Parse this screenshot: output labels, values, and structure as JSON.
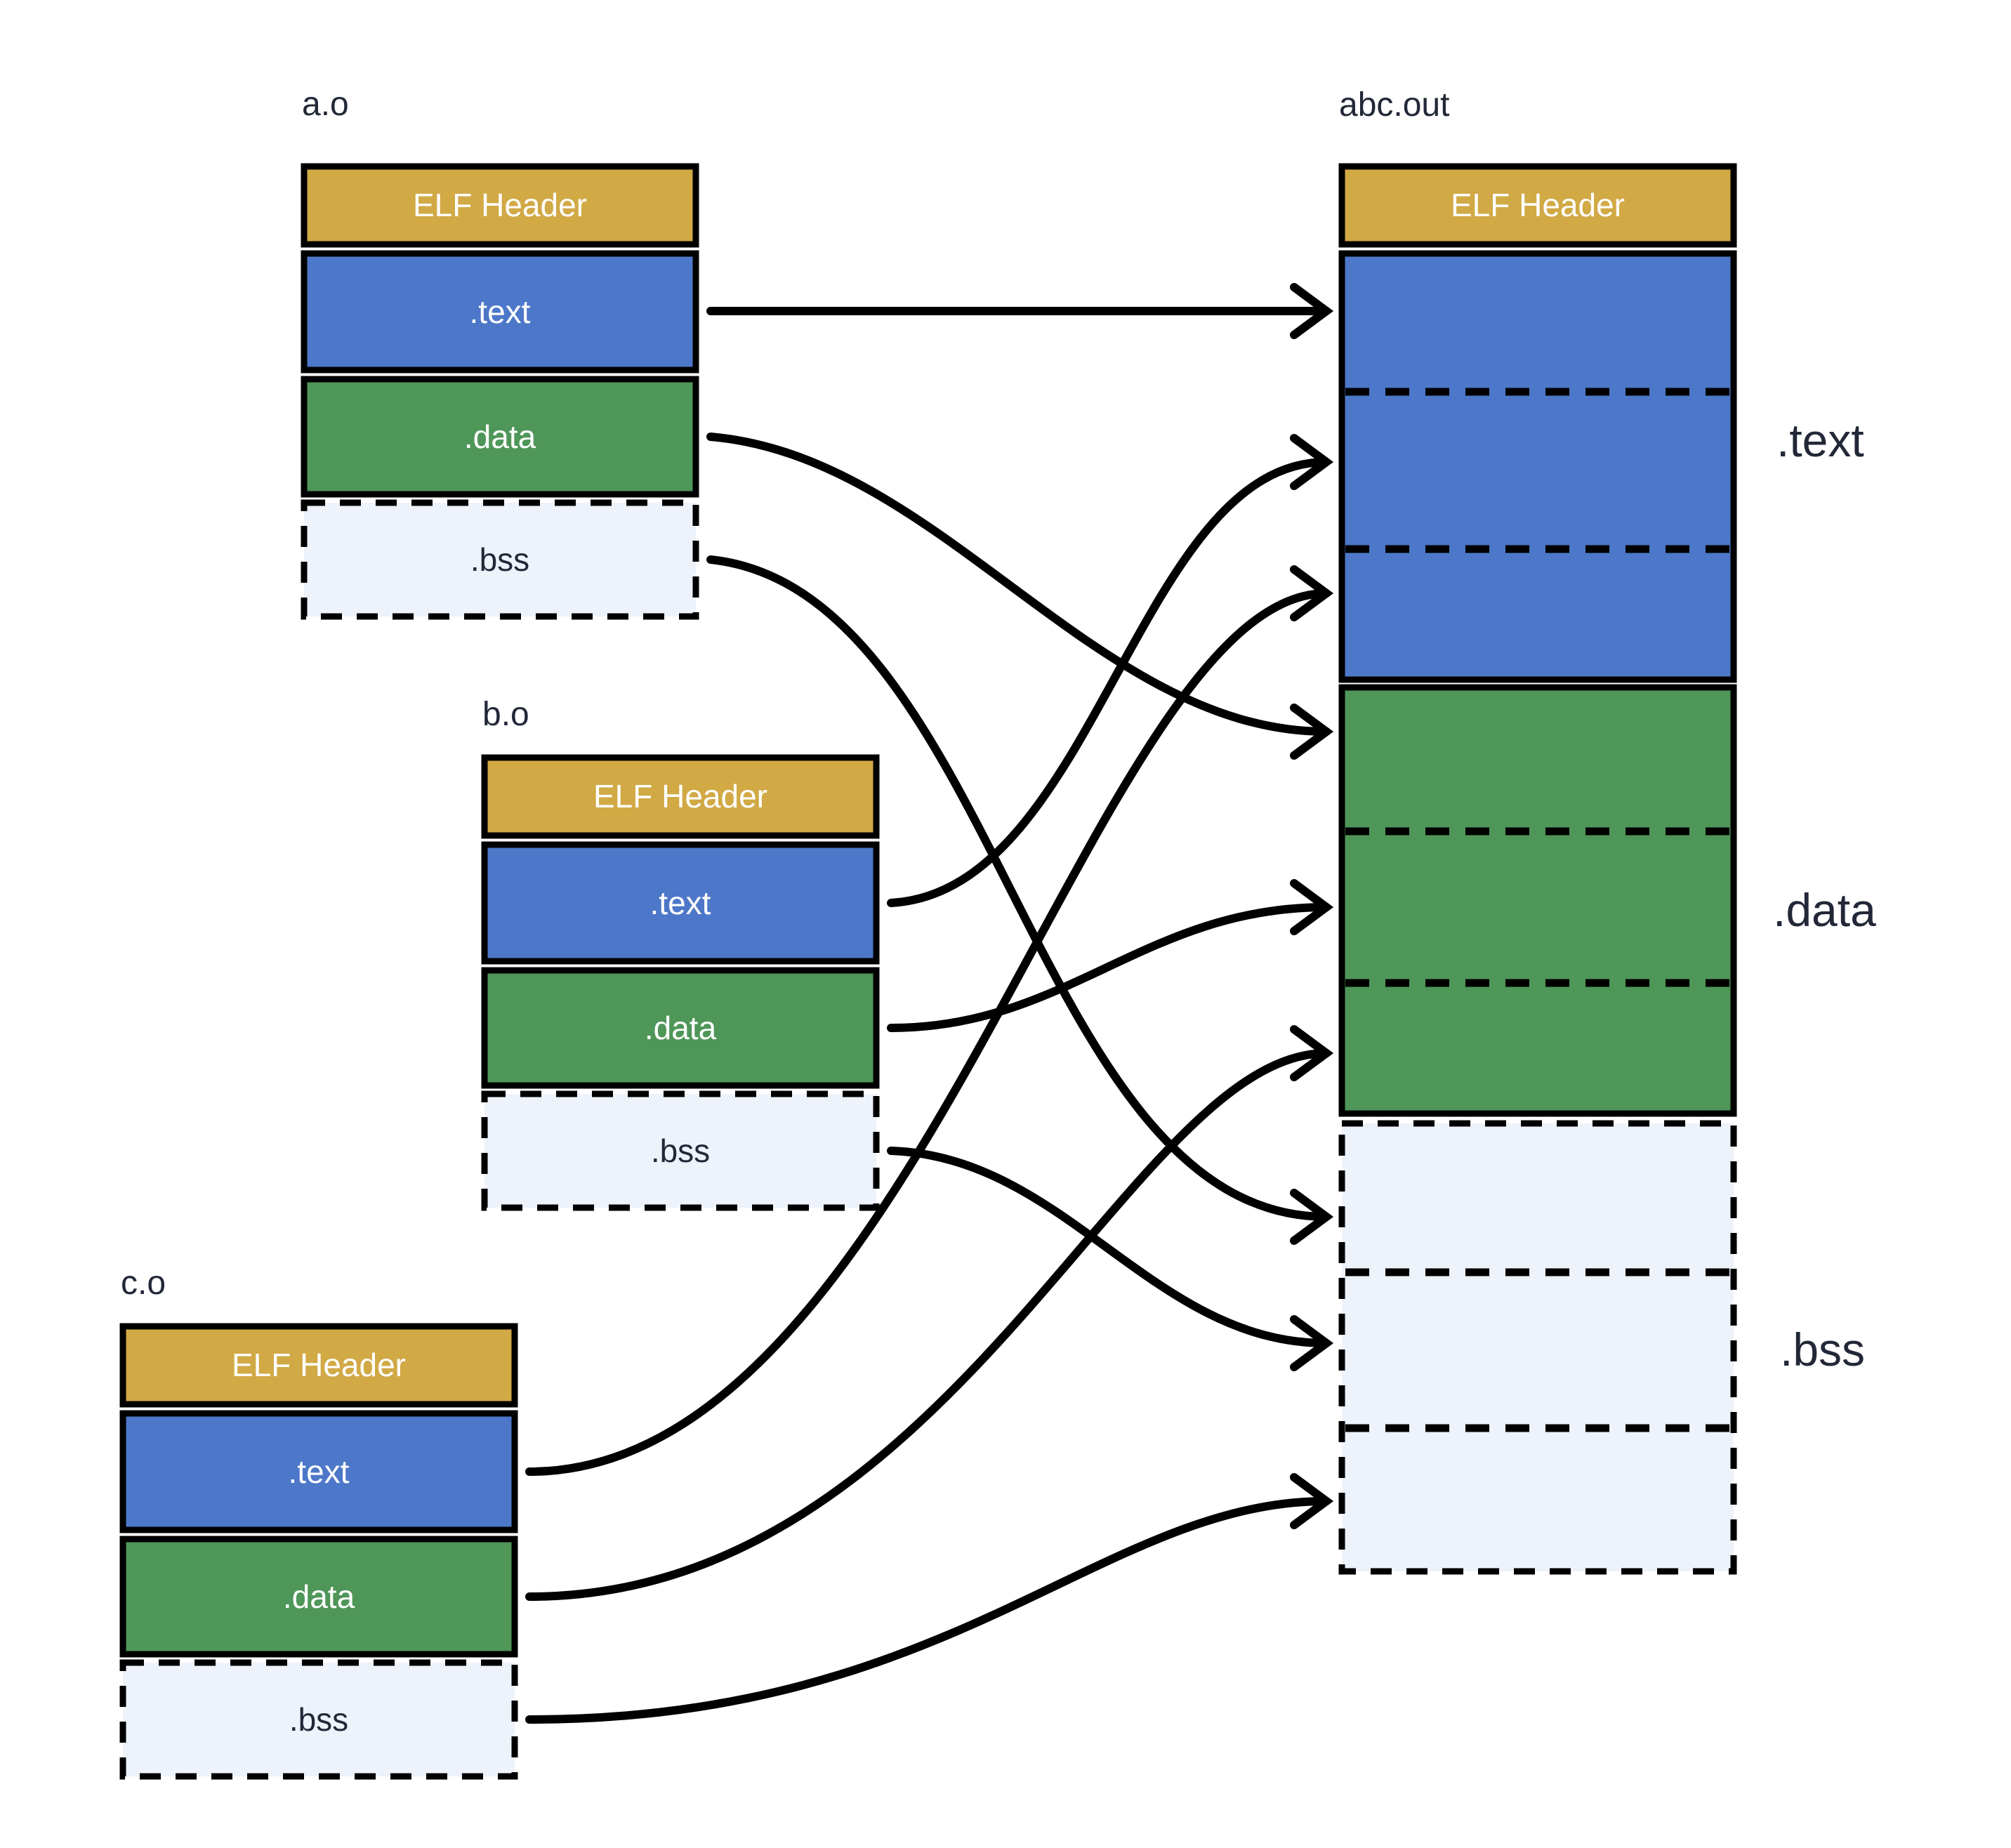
{
  "colors": {
    "background": "#FFFFFF",
    "elf_header": "#D1A945",
    "text_section": "#4D77C8",
    "data_section": "#4F9659",
    "bss_fill": "#EDF2FB",
    "outline": "#000000",
    "label_dark": "#222837",
    "label_light": "#FFFFFF"
  },
  "object_files": [
    {
      "label": "a.o",
      "header": "ELF Header",
      "text": ".text",
      "data": ".data",
      "bss": ".bss"
    },
    {
      "label": "b.o",
      "header": "ELF Header",
      "text": ".text",
      "data": ".data",
      "bss": ".bss"
    },
    {
      "label": "c.o",
      "header": "ELF Header",
      "text": ".text",
      "data": ".data",
      "bss": ".bss"
    }
  ],
  "output_file": {
    "label": "abc.out",
    "header": "ELF Header",
    "side_labels": {
      "text": ".text",
      "data": ".data",
      "bss": ".bss"
    }
  },
  "arrows": [
    {
      "from": "a.o .text",
      "to": "abc.out .text (part 1)"
    },
    {
      "from": "a.o .data",
      "to": "abc.out .data (part 1)"
    },
    {
      "from": "a.o .bss",
      "to": "abc.out .bss (part 1)"
    },
    {
      "from": "b.o .text",
      "to": "abc.out .text (part 2)"
    },
    {
      "from": "b.o .data",
      "to": "abc.out .data (part 2)"
    },
    {
      "from": "b.o .bss",
      "to": "abc.out .bss (part 2)"
    },
    {
      "from": "c.o .text",
      "to": "abc.out .text (part 3)"
    },
    {
      "from": "c.o .data",
      "to": "abc.out .data (part 3)"
    },
    {
      "from": "c.o .bss",
      "to": "abc.out .bss (part 3)"
    }
  ]
}
